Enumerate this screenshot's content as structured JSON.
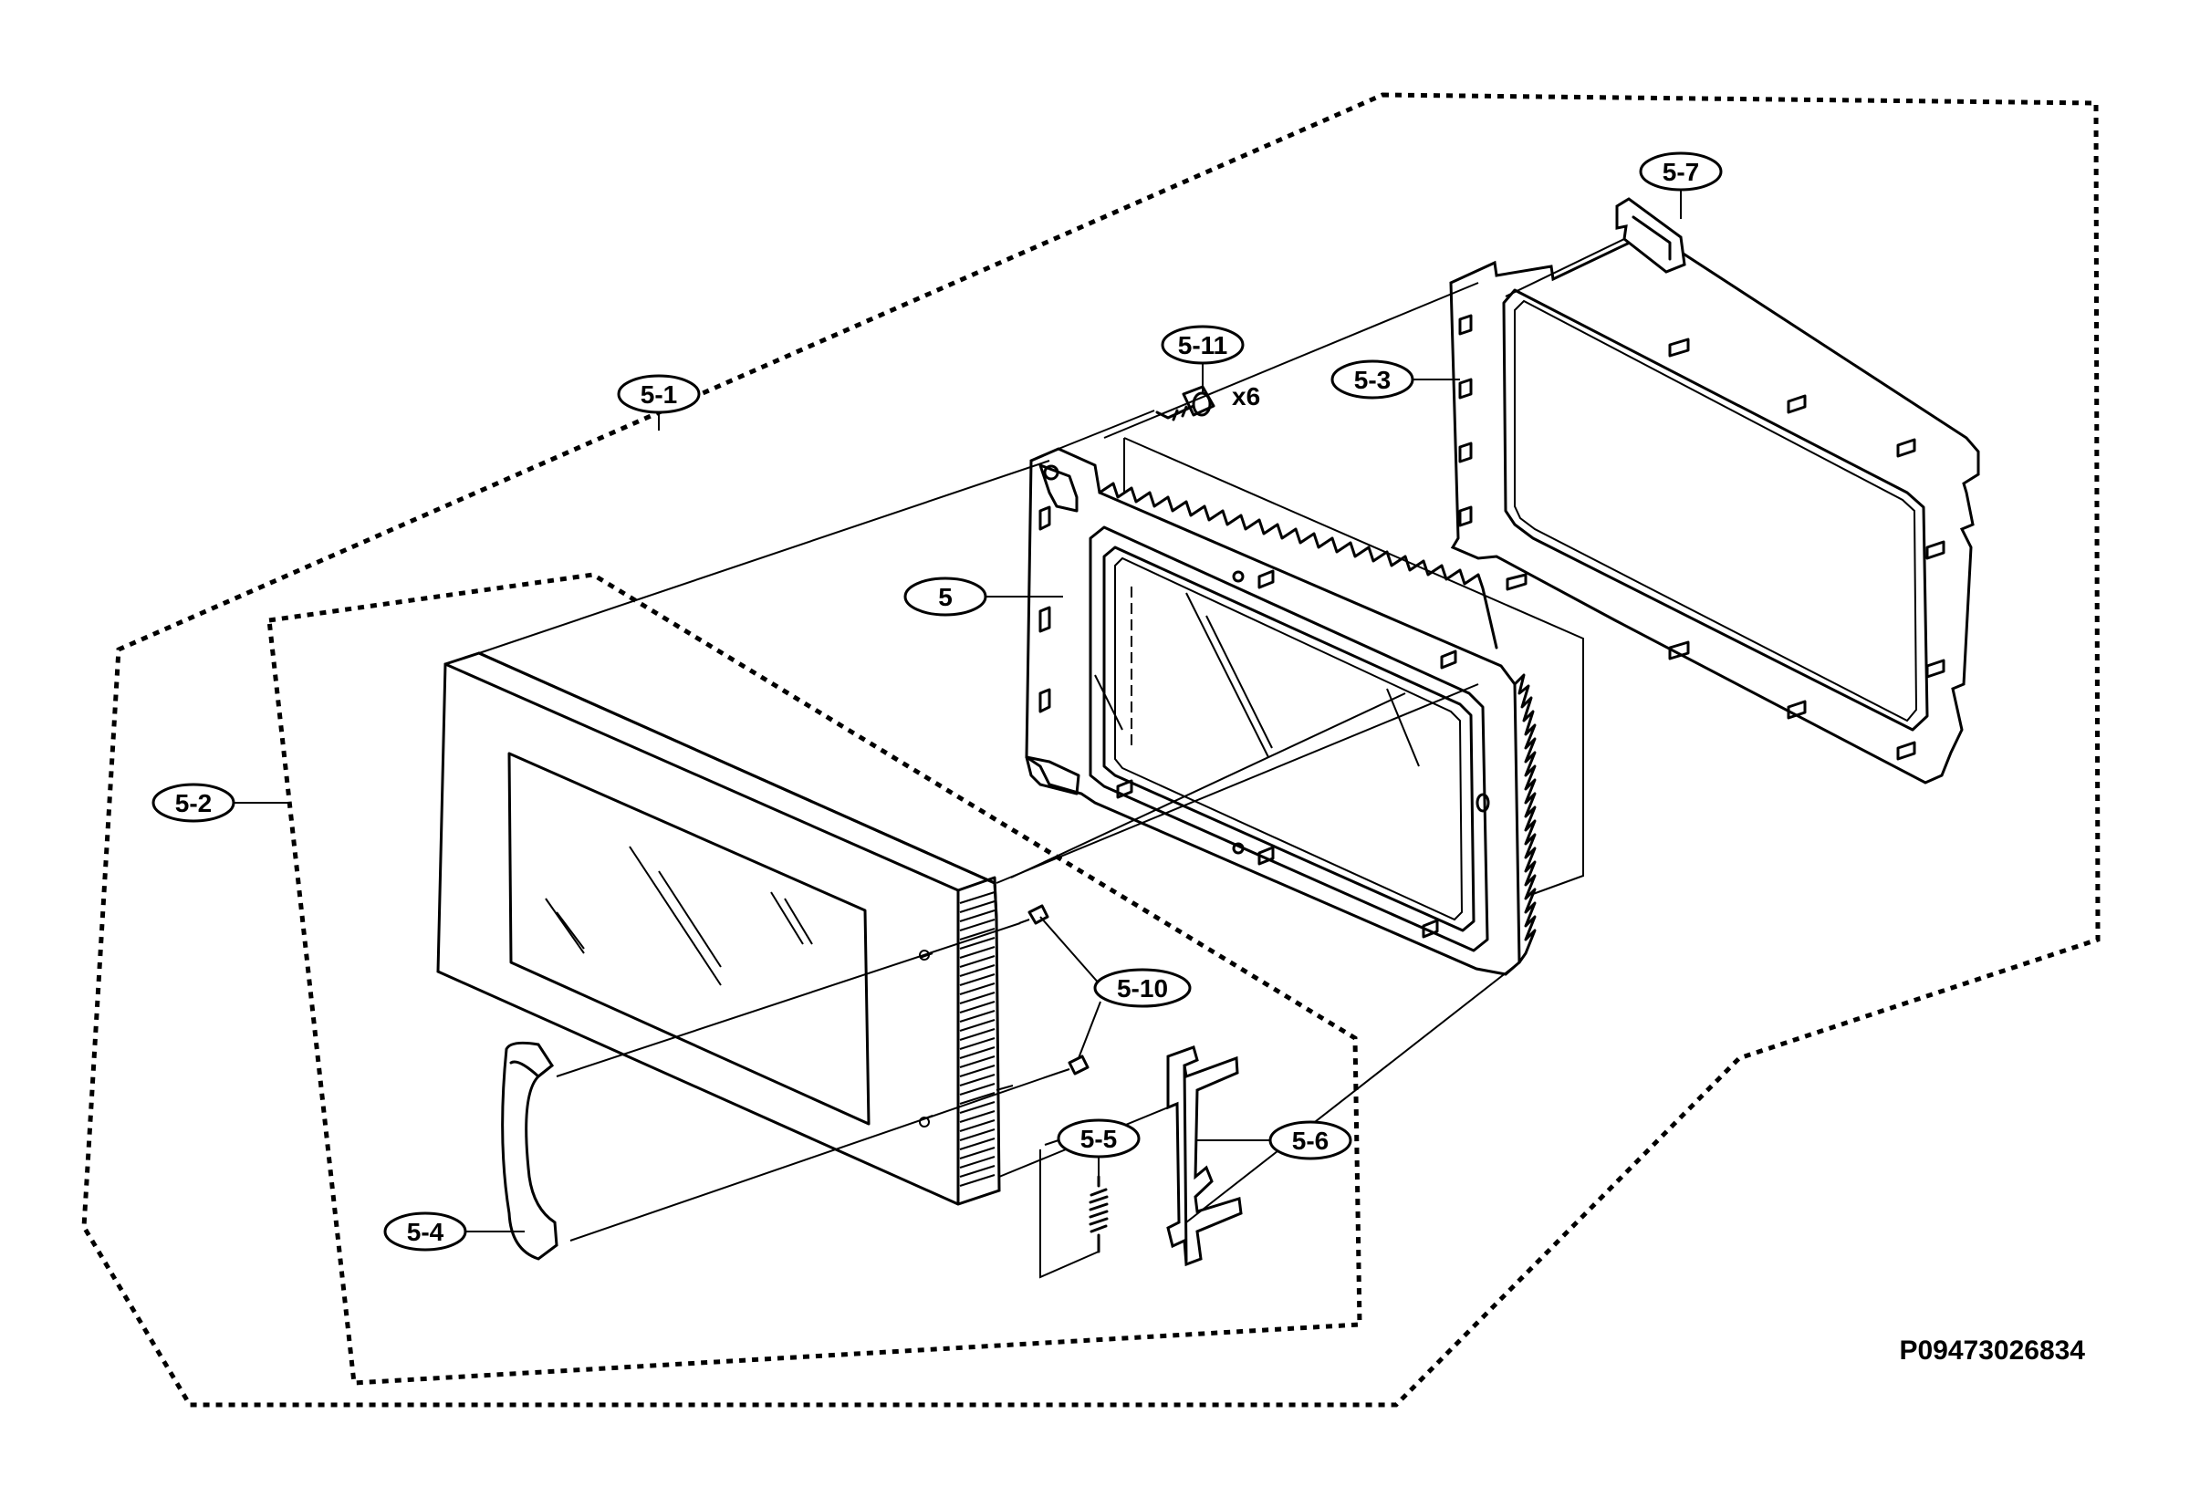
{
  "callouts": {
    "c5": "5",
    "c5_1": "5-1",
    "c5_2": "5-2",
    "c5_3": "5-3",
    "c5_4": "5-4",
    "c5_5": "5-5",
    "c5_6": "5-6",
    "c5_7": "5-7",
    "c5_10": "5-10",
    "c5_11": "5-11"
  },
  "quantity_note": "x6",
  "drawing_code": "P09473026834"
}
